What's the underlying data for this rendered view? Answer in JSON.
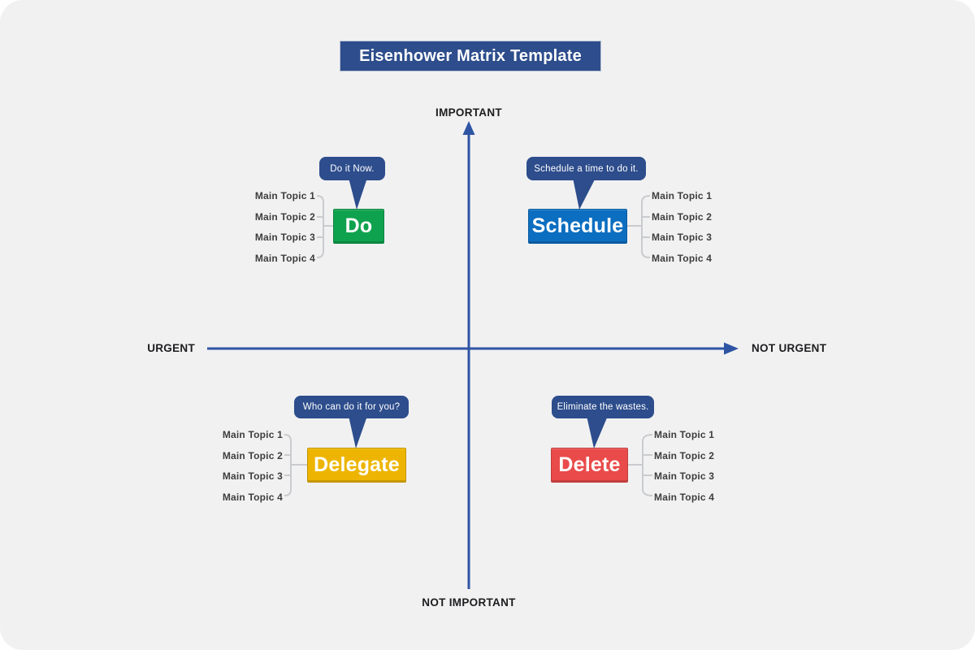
{
  "page": {
    "background": "#f1f1f2"
  },
  "title": {
    "text": "Eisenhower Matrix Template",
    "background": "#2d4d8c"
  },
  "axes": {
    "vertical_top_label": "IMPORTANT",
    "vertical_bottom_label": "NOT IMPORTANT",
    "horizontal_left_label": "URGENT",
    "horizontal_right_label": "NOT URGENT",
    "line_color": "#2e54a4"
  },
  "quadrants": [
    {
      "id": "do",
      "label": "Do",
      "tooltip": "Do it Now.",
      "color": "#0FA24E",
      "tooltip_color": "#2d4d8c",
      "topics": [
        "Main Topic 1",
        "Main Topic 2",
        "Main Topic 3",
        "Main Topic 4"
      ]
    },
    {
      "id": "schedule",
      "label": "Schedule",
      "tooltip": "Schedule a time to do it.",
      "color": "#0C6EC0",
      "tooltip_color": "#2d4d8c",
      "topics": [
        "Main Topic 1",
        "Main Topic 2",
        "Main Topic 3",
        "Main Topic 4"
      ]
    },
    {
      "id": "delegate",
      "label": "Delegate",
      "tooltip": "Who can do it for you?",
      "color": "#EDB501",
      "tooltip_color": "#2d4d8c",
      "topics": [
        "Main Topic 1",
        "Main Topic 2",
        "Main Topic 3",
        "Main Topic 4"
      ]
    },
    {
      "id": "delete",
      "label": "Delete",
      "tooltip": "Eliminate the wastes.",
      "color": "#E94B4A",
      "tooltip_color": "#2d4d8c",
      "topics": [
        "Main Topic 1",
        "Main Topic 2",
        "Main Topic 3",
        "Main Topic 4"
      ]
    }
  ]
}
